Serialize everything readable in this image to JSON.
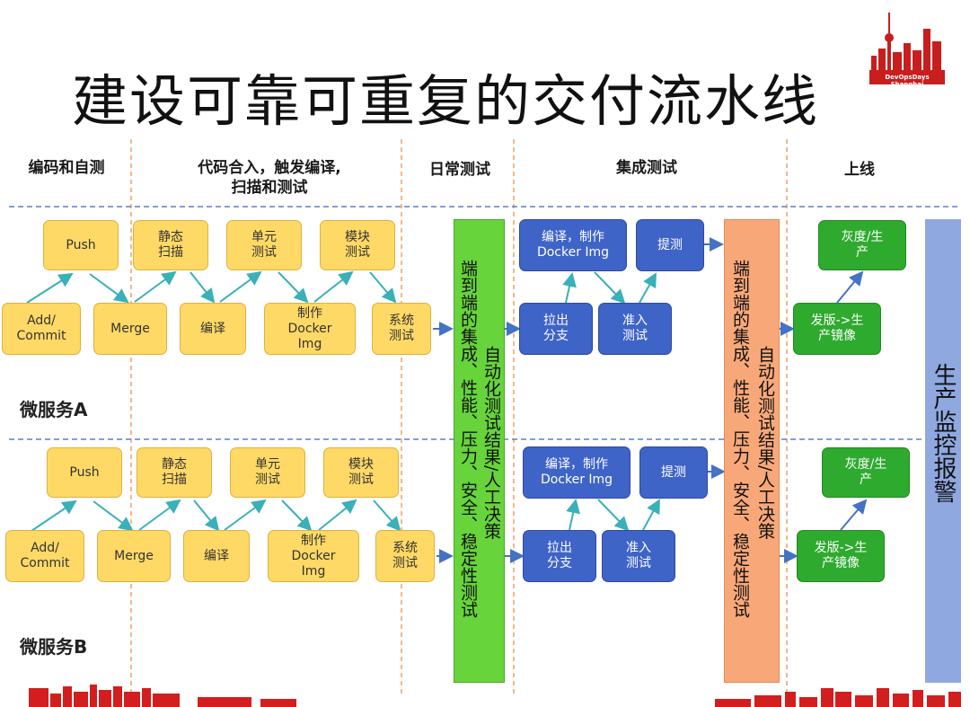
{
  "title": "建设可靠可重复的交付流水线",
  "logo_text": "DevOpsDays Shanghai",
  "columns": {
    "c1": "编码和自测",
    "c2_line1": "代码合入，触发编译,",
    "c2_line2": "扫描和测试",
    "c3": "日常测试",
    "c4": "集成测试",
    "c5": "上线"
  },
  "svcA": {
    "label": "微服务A",
    "push": "Push",
    "static1": "静态",
    "static2": "扫描",
    "unit1": "单元",
    "unit2": "测试",
    "module1": "模块",
    "module2": "测试",
    "add1": "Add/",
    "add2": "Commit",
    "merge": "Merge",
    "compile": "编译",
    "docker1": "制作",
    "docker2": "Docker",
    "docker3": "Img",
    "sys1": "系统",
    "sys2": "测试",
    "ci_build1": "编译，制作",
    "ci_build2": "Docker Img",
    "tice": "提测",
    "branch1": "拉出",
    "branch2": "分支",
    "admit1": "准入",
    "admit2": "测试",
    "gray1": "灰度/生",
    "gray2": "产",
    "release1": "发版->生",
    "release2": "产镜像"
  },
  "svcB": {
    "label": "微服务B",
    "push": "Push",
    "static1": "静态",
    "static2": "扫描",
    "unit1": "单元",
    "unit2": "测试",
    "module1": "模块",
    "module2": "测试",
    "add1": "Add/",
    "add2": "Commit",
    "merge": "Merge",
    "compile": "编译",
    "docker1": "制作",
    "docker2": "Docker",
    "docker3": "Img",
    "sys1": "系统",
    "sys2": "测试",
    "ci_build1": "编译，制作",
    "ci_build2": "Docker Img",
    "tice": "提测",
    "branch1": "拉出",
    "branch2": "分支",
    "admit1": "准入",
    "admit2": "测试",
    "gray1": "灰度/生",
    "gray2": "产",
    "release1": "发版->生",
    "release2": "产镜像"
  },
  "green_bar": {
    "col1": "端到端的集成、性能、压力、安全、稳定性测试",
    "col2": "自动化测试结果/人工决策"
  },
  "orange_bar": {
    "col1": "端到端的集成、性能、压力、安全、稳定性测试",
    "col2": "自动化测试结果/人工决策"
  },
  "monitor": "生产监控报警",
  "colors": {
    "yellow": "#ffd966",
    "blue": "#3f64c8",
    "green_box": "#2eaa2e",
    "green_bar": "#66d43a",
    "orange_bar": "#f8a878",
    "monitor": "#8fa8e0",
    "divider": "#f0a060",
    "dash_blue": "#5b7fcf",
    "arrow_teal": "#3ab0b8",
    "arrow_blue": "#4472c4",
    "skyline_red": "#d21e1e"
  }
}
